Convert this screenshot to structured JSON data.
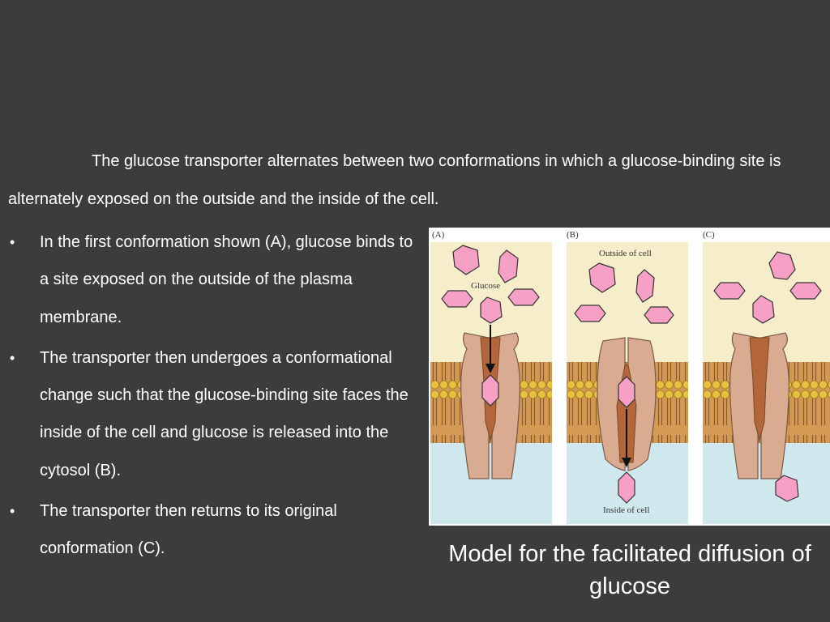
{
  "intro": {
    "text": "The glucose transporter alternates between two conformations in which a glucose-binding site is alternately exposed on the outside and the inside of the cell."
  },
  "bullets": [
    {
      "marker": "•",
      "text": "In the first conformation shown (A), glucose binds to a site exposed on the outside of the plasma membrane."
    },
    {
      "marker": "•",
      "text": "The transporter then undergoes a conformational change such that the glucose-binding site faces the inside of the cell and glucose is released into the cytosol (B)."
    },
    {
      "marker": "•",
      "text": "The transporter then returns to its original conformation (C)."
    }
  ],
  "figure": {
    "panel_a": "(A)",
    "panel_b": "(B)",
    "panel_c": "(C)",
    "glucose_label": "Glucose",
    "outside_label": "Outside of cell",
    "inside_label": "Inside of cell",
    "colors": {
      "outside": "#f6eecb",
      "inside": "#cfe8ee",
      "membrane_head": "#e8c040",
      "transporter": "#d9ab90",
      "channel": "#b3663a",
      "glucose": "#f5a0c4"
    }
  },
  "caption": {
    "text": "Model for the facilitated diffusion of glucose"
  }
}
